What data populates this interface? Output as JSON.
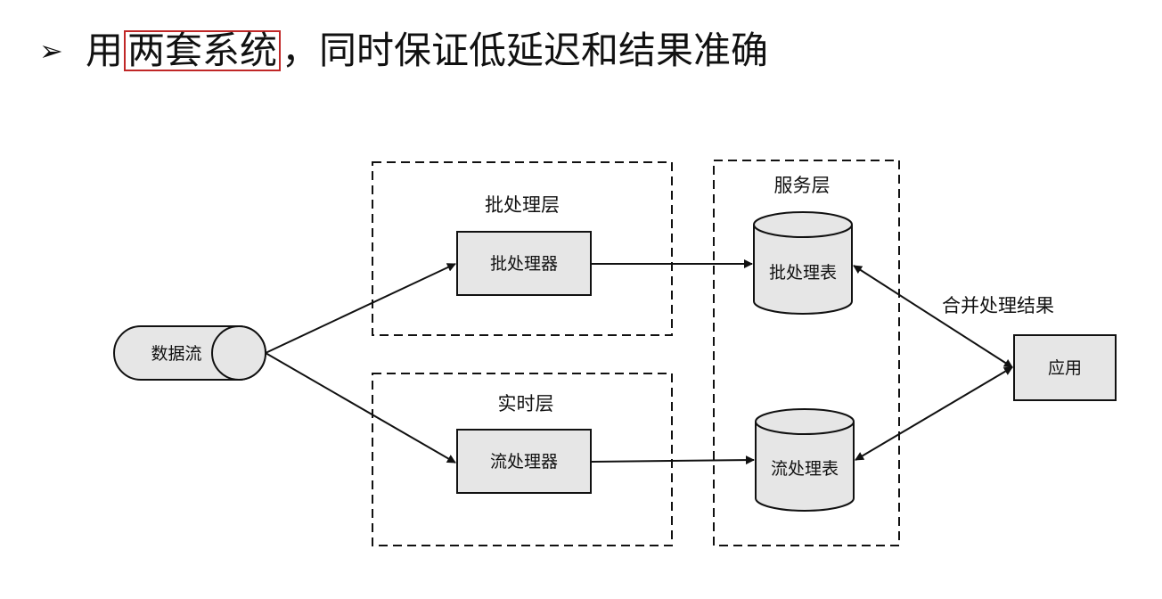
{
  "slide": {
    "bullet_glyph": "➢",
    "title": {
      "prefix": "用",
      "highlighted": "两套系统",
      "suffix": "，同时保证低延迟和结果准确"
    },
    "highlight_color": "#c02727"
  },
  "diagram": {
    "data_stream": "数据流",
    "batch_layer": {
      "title": "批处理层",
      "processor": "批处理器"
    },
    "realtime_layer": {
      "title": "实时层",
      "processor": "流处理器"
    },
    "serving_layer": {
      "title": "服务层",
      "batch_table": "批处理表",
      "stream_table": "流处理表"
    },
    "merge_label": "合并处理结果",
    "application": "应用",
    "box_fill": "#e6e6e6",
    "stroke": "#111111"
  }
}
